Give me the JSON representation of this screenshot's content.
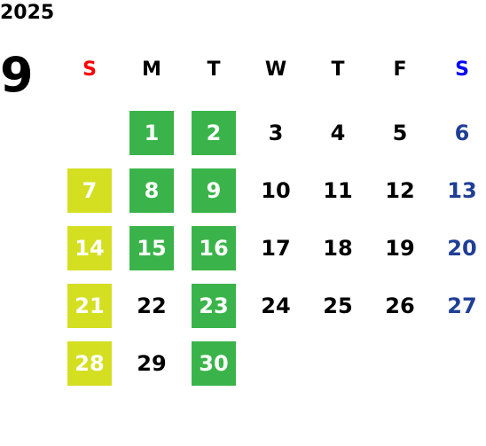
{
  "year": "2025",
  "month": "9",
  "weekdays": [
    {
      "label": "S",
      "color": "#ff0000"
    },
    {
      "label": "M",
      "color": "#000000"
    },
    {
      "label": "T",
      "color": "#000000"
    },
    {
      "label": "W",
      "color": "#000000"
    },
    {
      "label": "T",
      "color": "#000000"
    },
    {
      "label": "F",
      "color": "#000000"
    },
    {
      "label": "S",
      "color": "#0000ff"
    }
  ],
  "colors": {
    "green_highlight": "#3ab44a",
    "yellow_highlight": "#d4df22",
    "saturday_text": "#1f3e96"
  },
  "days": [
    {
      "d": "1",
      "col": 1,
      "row": 0,
      "hl": "green"
    },
    {
      "d": "2",
      "col": 2,
      "row": 0,
      "hl": "green"
    },
    {
      "d": "3",
      "col": 3,
      "row": 0
    },
    {
      "d": "4",
      "col": 4,
      "row": 0
    },
    {
      "d": "5",
      "col": 5,
      "row": 0
    },
    {
      "d": "6",
      "col": 6,
      "row": 0
    },
    {
      "d": "7",
      "col": 0,
      "row": 1,
      "hl": "yellow"
    },
    {
      "d": "8",
      "col": 1,
      "row": 1,
      "hl": "green"
    },
    {
      "d": "9",
      "col": 2,
      "row": 1,
      "hl": "green"
    },
    {
      "d": "10",
      "col": 3,
      "row": 1
    },
    {
      "d": "11",
      "col": 4,
      "row": 1
    },
    {
      "d": "12",
      "col": 5,
      "row": 1
    },
    {
      "d": "13",
      "col": 6,
      "row": 1
    },
    {
      "d": "14",
      "col": 0,
      "row": 2,
      "hl": "yellow"
    },
    {
      "d": "15",
      "col": 1,
      "row": 2,
      "hl": "green"
    },
    {
      "d": "16",
      "col": 2,
      "row": 2,
      "hl": "green"
    },
    {
      "d": "17",
      "col": 3,
      "row": 2
    },
    {
      "d": "18",
      "col": 4,
      "row": 2
    },
    {
      "d": "19",
      "col": 5,
      "row": 2
    },
    {
      "d": "20",
      "col": 6,
      "row": 2
    },
    {
      "d": "21",
      "col": 0,
      "row": 3,
      "hl": "yellow"
    },
    {
      "d": "22",
      "col": 1,
      "row": 3
    },
    {
      "d": "23",
      "col": 2,
      "row": 3,
      "hl": "green"
    },
    {
      "d": "24",
      "col": 3,
      "row": 3
    },
    {
      "d": "25",
      "col": 4,
      "row": 3
    },
    {
      "d": "26",
      "col": 5,
      "row": 3
    },
    {
      "d": "27",
      "col": 6,
      "row": 3
    },
    {
      "d": "28",
      "col": 0,
      "row": 4,
      "hl": "yellow"
    },
    {
      "d": "29",
      "col": 1,
      "row": 4
    },
    {
      "d": "30",
      "col": 2,
      "row": 4,
      "hl": "green"
    }
  ]
}
